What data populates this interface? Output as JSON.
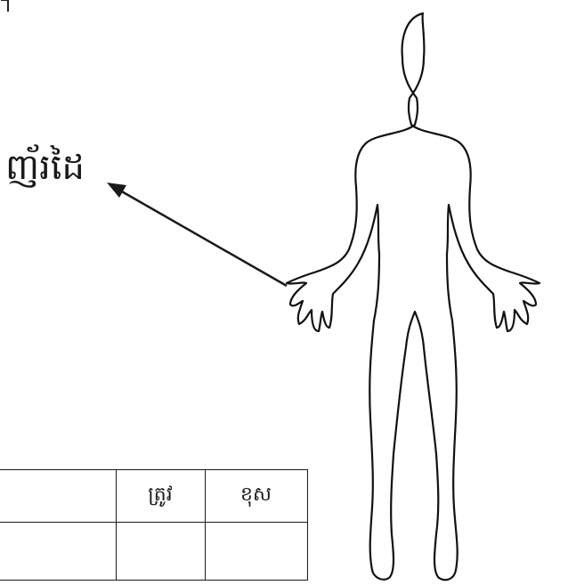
{
  "diagram": {
    "pointer_label": "ញ័រដៃ",
    "target": "hand"
  },
  "answer_table": {
    "headers": [
      "",
      "ត្រូវ",
      "ខុស"
    ],
    "rows": [
      [
        "",
        "",
        ""
      ]
    ]
  }
}
